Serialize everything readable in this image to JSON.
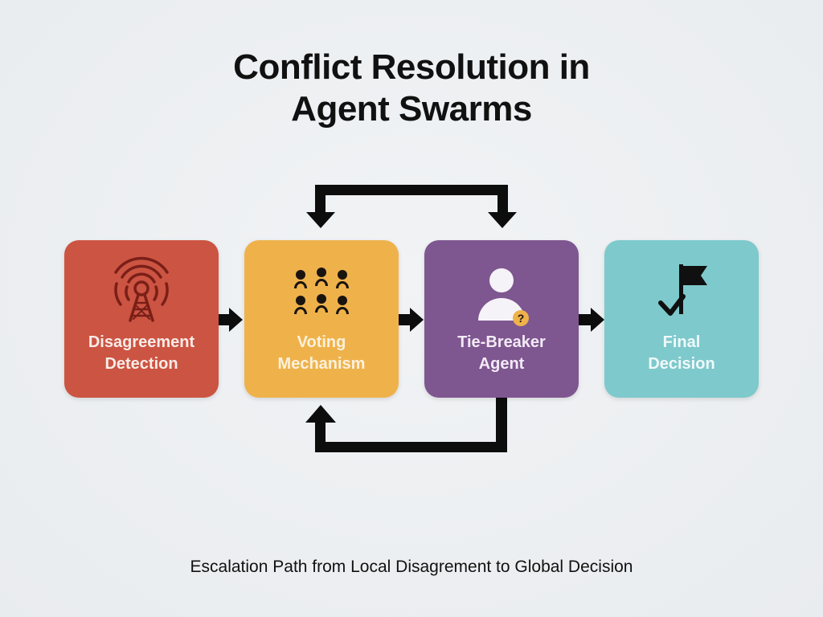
{
  "title": {
    "line1": "Conflict Resolution in",
    "line2": "Agent Swarms"
  },
  "stages": [
    {
      "line1": "Disagreement",
      "line2": "Detection",
      "icon": "antenna-tower-icon",
      "fill": "#cc5442",
      "text_color": "#f8ece8",
      "icon_color": "#7a1f17"
    },
    {
      "line1": "Voting",
      "line2": "Mechanism",
      "icon": "voters-group-icon",
      "fill": "#efb24b",
      "text_color": "#fbf1dc",
      "icon_color": "#1a1410"
    },
    {
      "line1": "Tie-Breaker",
      "line2": "Agent",
      "icon": "agent-question-icon",
      "fill": "#7e5690",
      "text_color": "#f3ebf6",
      "icon_color": "#f6f3f8"
    },
    {
      "line1": "Final",
      "line2": "Decision",
      "icon": "flag-check-icon",
      "fill": "#7ec9cc",
      "text_color": "#f0f9fa",
      "icon_color": "#101010"
    }
  ],
  "question_badge": {
    "symbol": "?",
    "color": "#efb24b"
  },
  "caption": "Escalation Path from Local Disagrement to Global Decision",
  "colors": {
    "arrows": "#0d0d0d",
    "background": "#eef1f3",
    "title": "#111111"
  }
}
